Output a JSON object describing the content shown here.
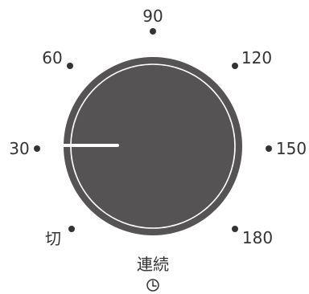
{
  "timer_dial": {
    "knob_color": "#555354",
    "ring_color": "#ffffff",
    "pointer_color": "#ffffff",
    "dot_color": "#333333",
    "text_color": "#333333",
    "current_setting_minutes": 30,
    "labels": {
      "off": "切",
      "m30": "30",
      "m60": "60",
      "m90": "90",
      "m120": "120",
      "m150": "150",
      "m180": "180",
      "continuous": "連続"
    },
    "continuous_icon": "clock-icon"
  }
}
